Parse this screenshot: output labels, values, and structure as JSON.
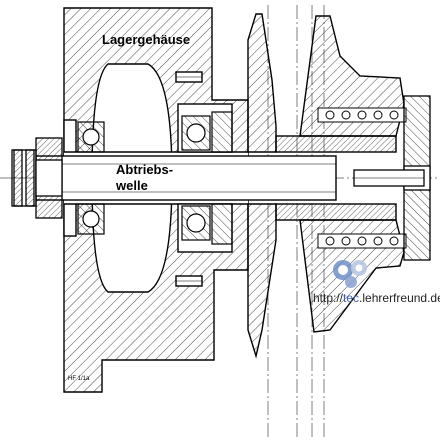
{
  "labels": {
    "bearing_housing": "Lagergehäuse",
    "output_shaft_line1": "Abtriebs-",
    "output_shaft_line2": "welle"
  },
  "watermark": {
    "prefix": "http://",
    "brand": "tec",
    "suffix": ".lehrerfreund.de",
    "prefix_color": "#222222",
    "brand_color": "#3a5fa8",
    "suffix_color": "#222222"
  },
  "figure_number": "HF 1/1a",
  "icons": [
    "gear-logo-icon"
  ],
  "colors": {
    "line": "#000000",
    "paper": "#ffffff",
    "hatch": "#000000"
  }
}
